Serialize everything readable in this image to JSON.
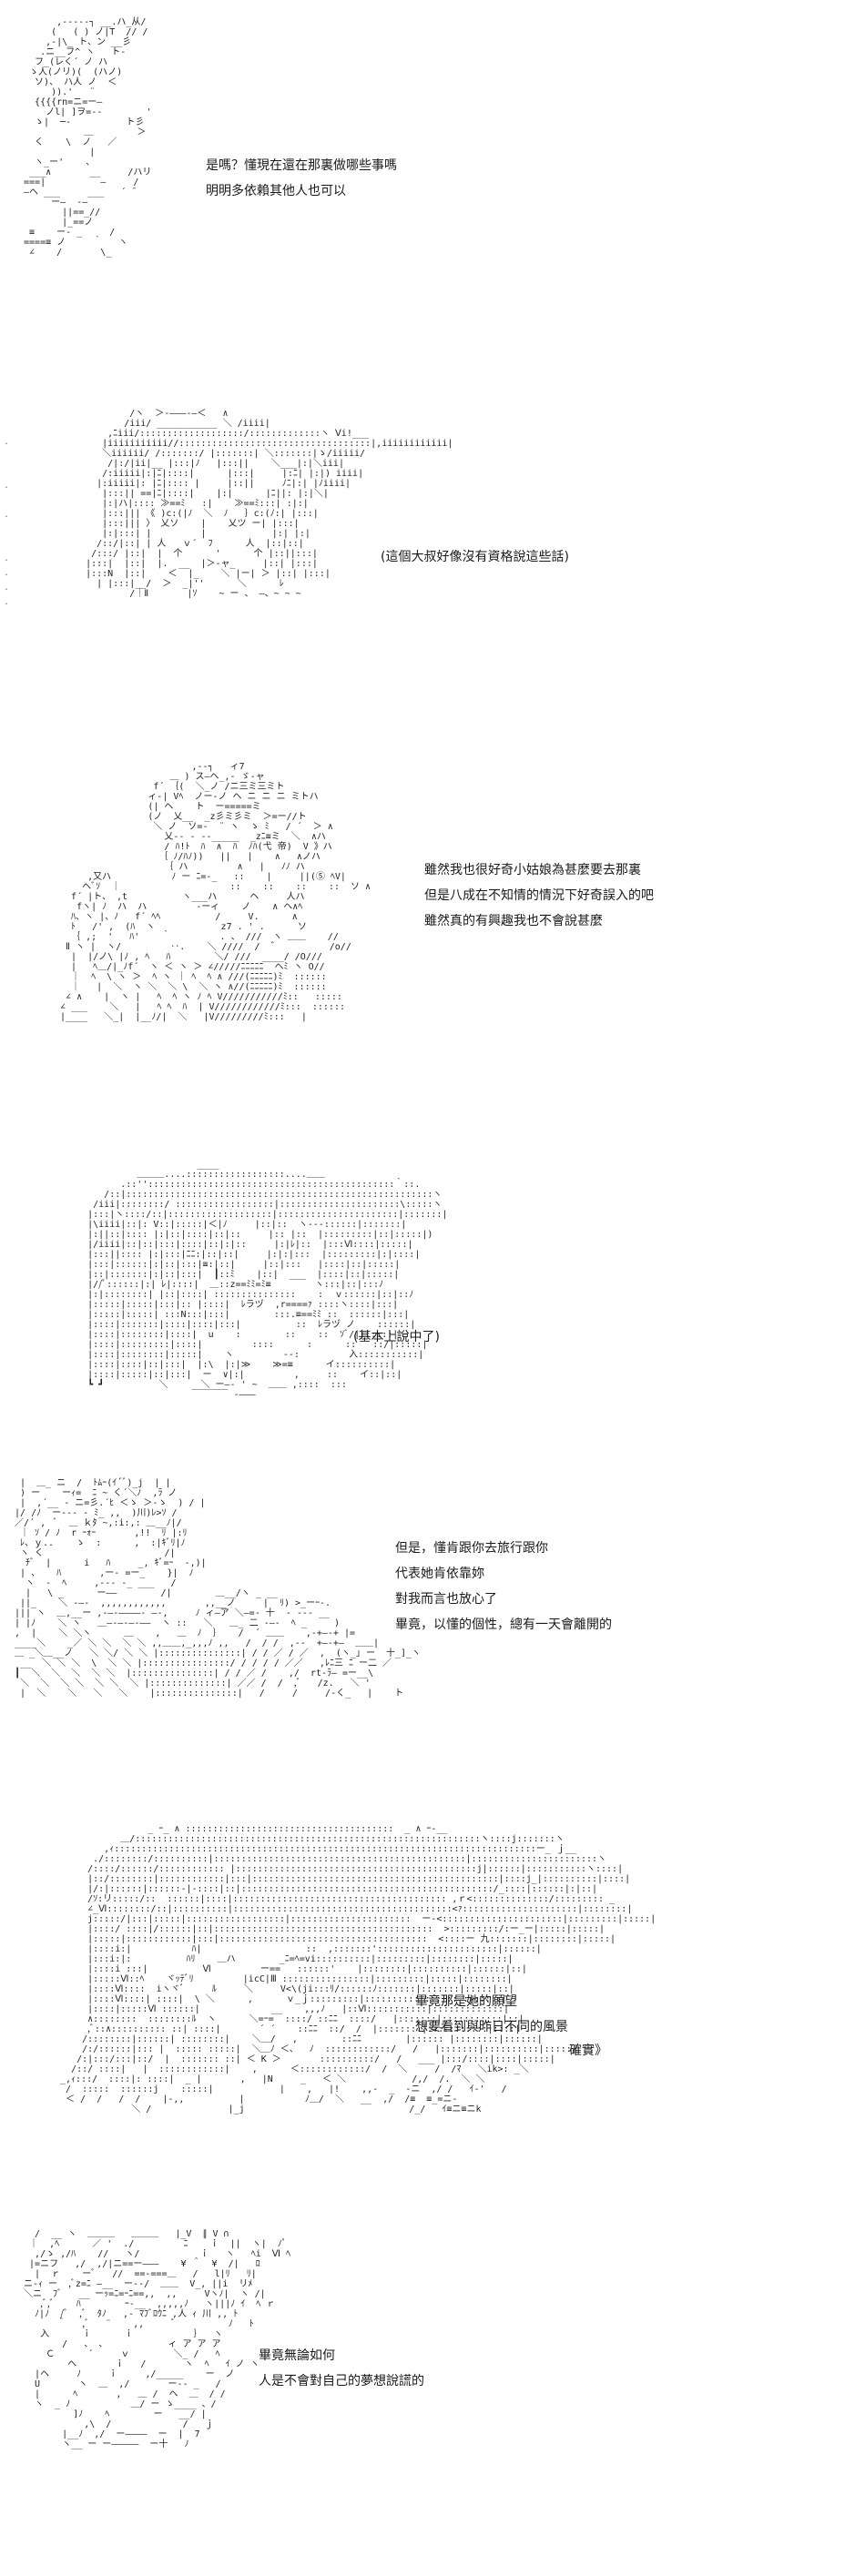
{
  "panels": [
    {
      "lines": [
        "是嗎？懂現在還在那裏做哪些事嗎",
        "明明多依賴其他人也可以"
      ]
    },
    {
      "lines": [
        "(這個大叔好像沒有資格說這些話)"
      ]
    },
    {
      "lines": [
        "雖然我也很好奇小姑娘為甚麼要去那裏",
        "但是八成在不知情的情況下好奇誤入的吧",
        "雖然真的有興趣我也不會說甚麼"
      ]
    },
    {
      "lines": [
        "(基本上說中了)"
      ]
    },
    {
      "lines": [
        "但是，懂肯跟你去旅行跟你",
        "代表她肯依靠妳",
        "對我而言也放心了",
        "畢竟，以懂的個性，總有一天會離開的"
      ]
    },
    {
      "lines": [
        "畢竟那是她的願望",
        "想要看到與昨日不同的風景"
      ],
      "aside": "確實》"
    },
    {
      "lines": [
        "畢竟無論如何",
        "人是不會對自己的夢想說謊的"
      ]
    }
  ]
}
